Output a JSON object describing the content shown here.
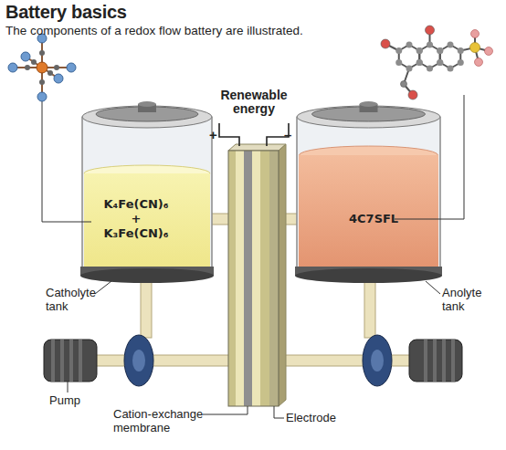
{
  "diagram": {
    "title": "Battery basics",
    "caption": "The components of a redox flow battery are illustrated.",
    "nodes": [
      {
        "text": [
          "K₄Fe(CN)₆ + K₃Fe(CN)₆"
        ]
      },
      {
        "text": [
          "4C7SFL"
        ]
      }
    ],
    "labels": [
      "Renewable energy",
      "+",
      "–",
      "Catholyte tank",
      "Anolyte tank",
      "Pump",
      "Cation-exchange membrane",
      "Electrode"
    ]
  }
}
